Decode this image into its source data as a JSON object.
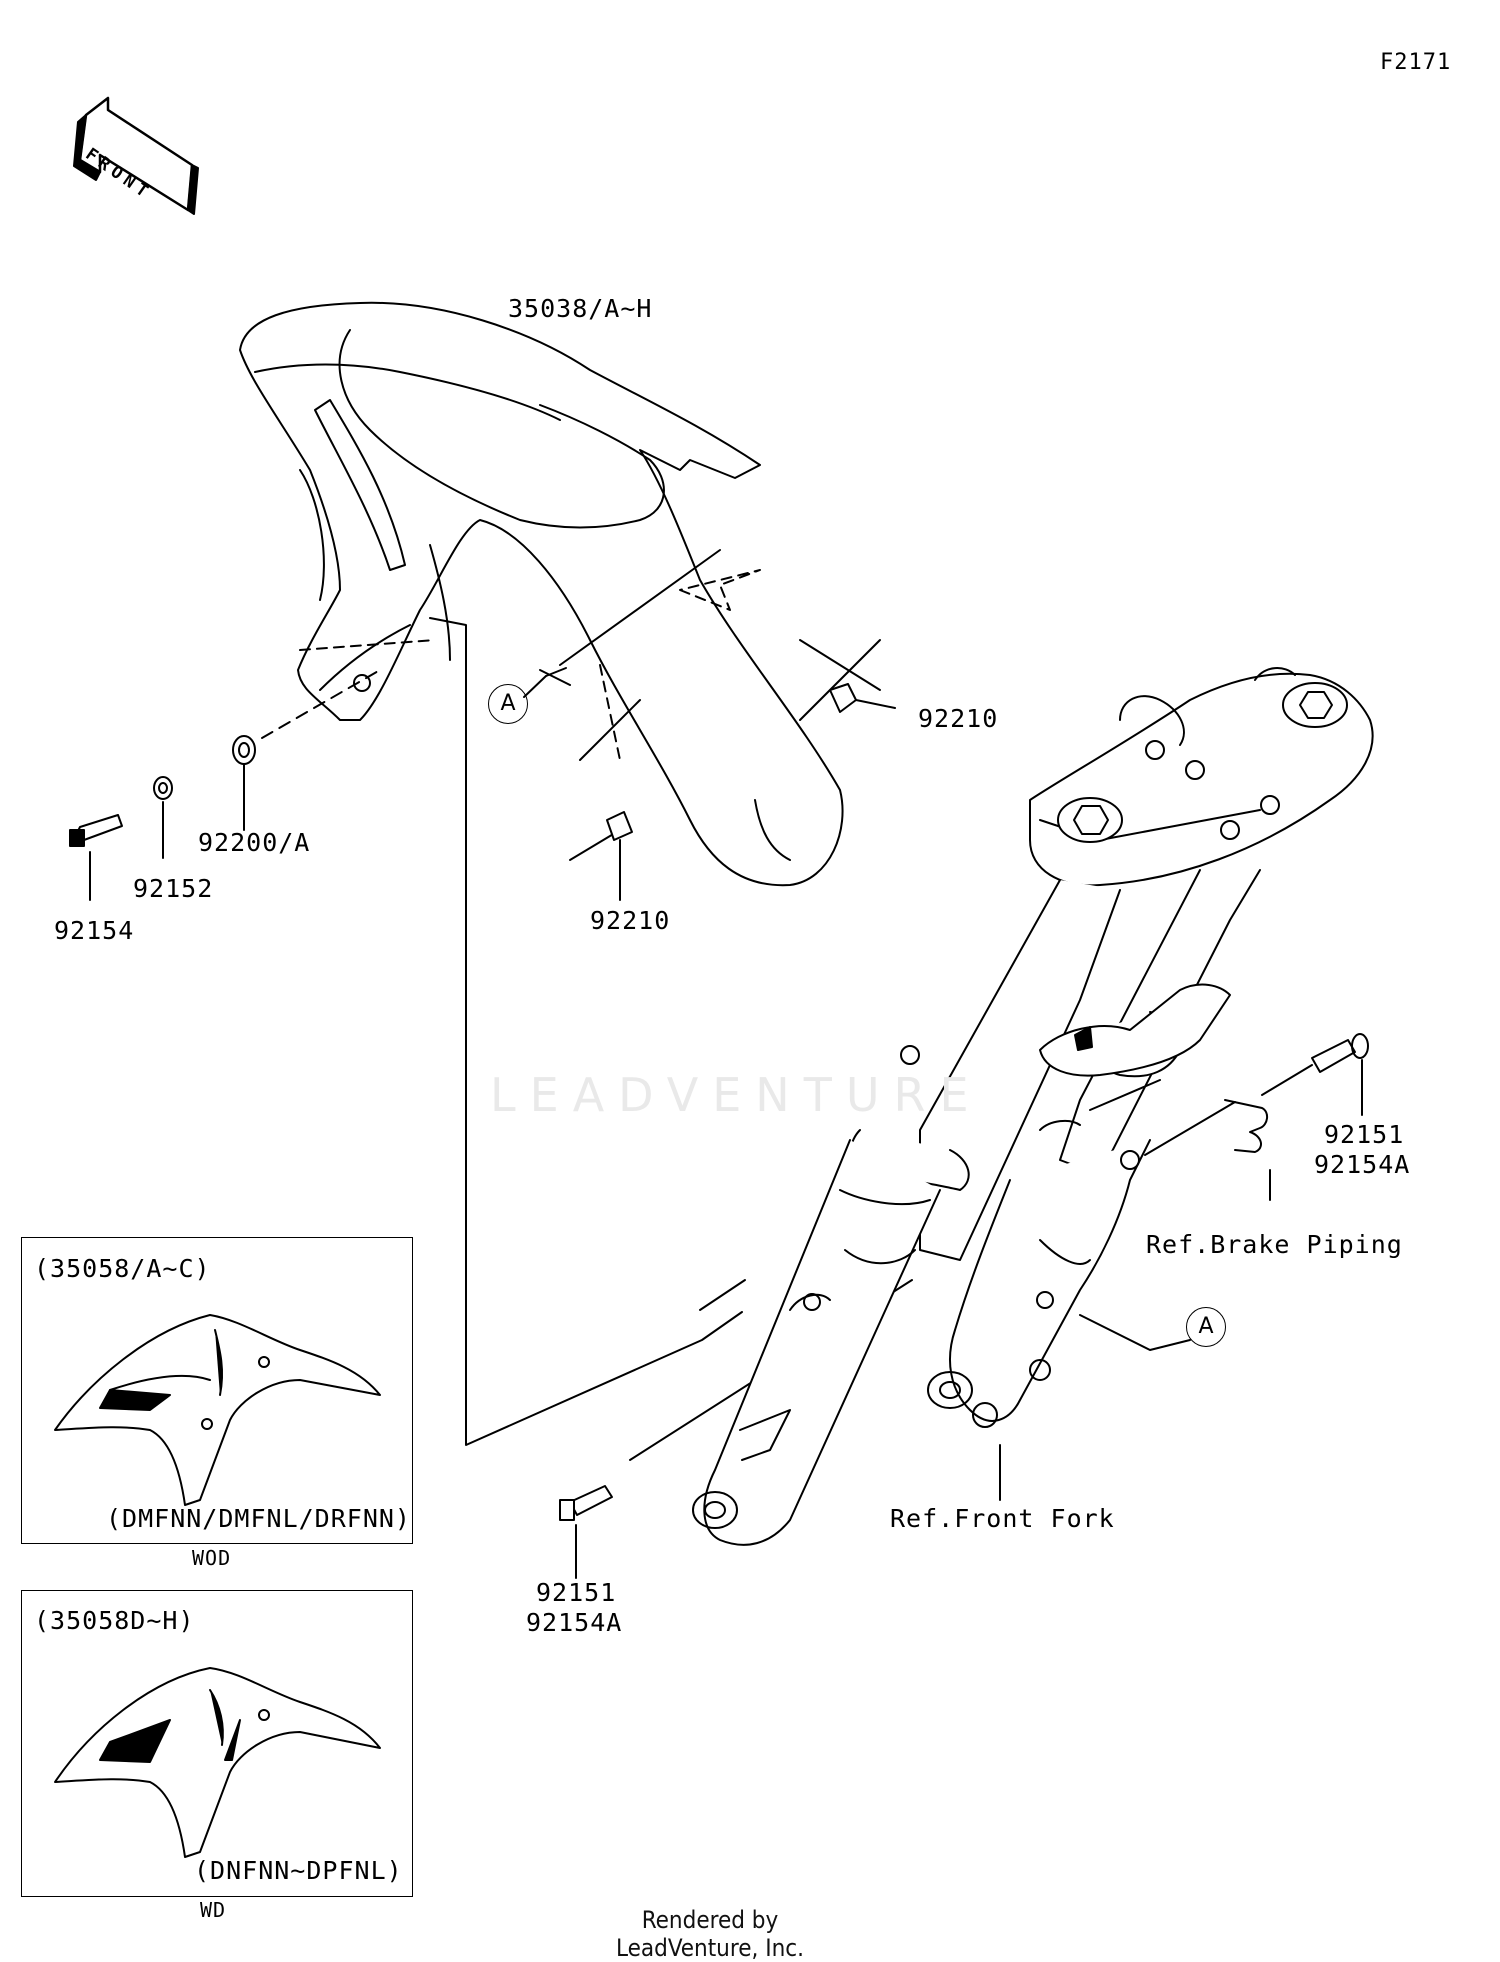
{
  "diagram_id": "F2171",
  "front_arrow_text": "FRONT",
  "watermark": "LEADVENTURE",
  "part_labels": {
    "fender": "35038/A~H",
    "nut_right": "92210",
    "nut_bottom": "92210",
    "washer": "92200/A",
    "grommet": "92152",
    "bolt_left": "92154",
    "bolt_right_a": "92151",
    "bolt_right_b": "92154A",
    "bolt_bottom_a": "92151",
    "bolt_bottom_b": "92154A",
    "ref_brake": "Ref.Brake Piping",
    "ref_fork": "Ref.Front Fork"
  },
  "callouts": {
    "fender_point": "A",
    "fork_point": "A"
  },
  "variant_boxes": [
    {
      "title": "(35058/A~C)",
      "models": "(DMFNN/DMFNL/DRFNN)",
      "caption": "WOD"
    },
    {
      "title": "(35058D~H)",
      "models": "(DNFNN~DPFNL)",
      "caption": "WD"
    }
  ],
  "footer": "Rendered by LeadVenture, Inc."
}
